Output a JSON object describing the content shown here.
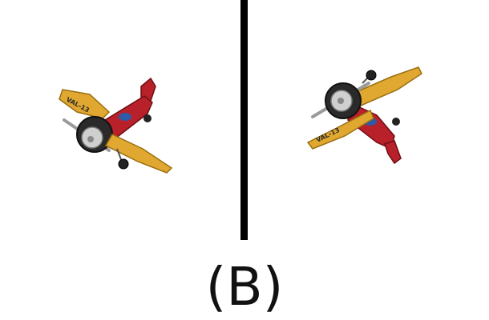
{
  "caption": "(B)",
  "figure": {
    "left_plane": {
      "icon": "toy-biplane-icon",
      "wing_text": "VAL-13"
    },
    "right_plane": {
      "icon": "toy-biplane-icon",
      "wing_text": "VAL-13"
    }
  },
  "colors": {
    "wing": "#E0A830",
    "fuselage": "#B8202A",
    "engine": "#2A2A2A",
    "divider": "#000000"
  }
}
